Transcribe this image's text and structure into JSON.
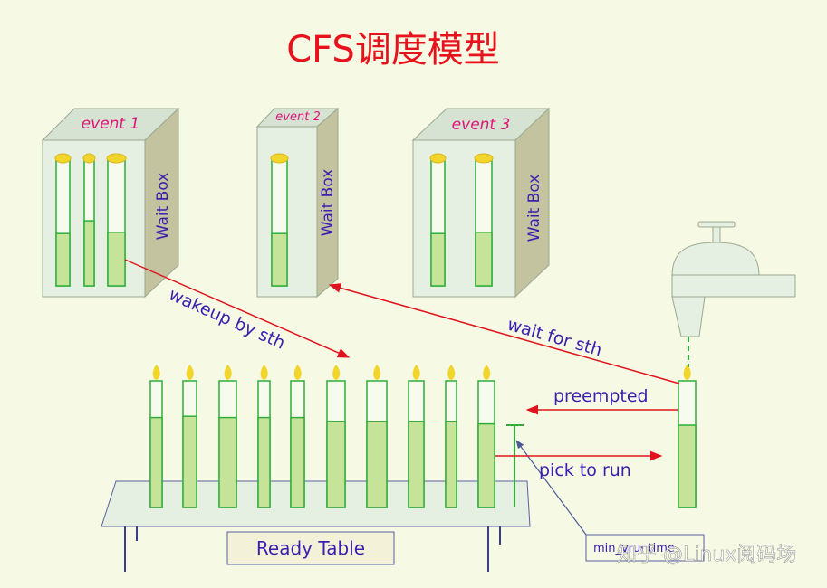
{
  "title": "CFS调度模型",
  "boxes": [
    {
      "event_label": "event 1",
      "side_label": "Wait Box"
    },
    {
      "event_label": "event 2",
      "side_label": "Wait Box"
    },
    {
      "event_label": "event 3",
      "side_label": "Wait Box"
    }
  ],
  "arrows": {
    "wakeup": "wakeup by sth",
    "wait": "wait for sth",
    "preempted": "preempted",
    "pick": "pick to run"
  },
  "table_label": "Ready Table",
  "min_vruntime_label": "min_vruntime",
  "watermark": "知乎 @Linux阅码场",
  "colors": {
    "title": "#e8121d",
    "label": "#3c1fb0",
    "arrow": "#e0141e",
    "candle_fill": "#c5e49a",
    "candle_stroke": "#2fae3a",
    "flame": "#f2d52a",
    "box_face": "#e6f0e2",
    "box_top": "#d6e2d2",
    "box_side": "#c3c3a0"
  },
  "wait_candle_levels": [
    [
      0.41,
      0.51,
      0.42
    ],
    [
      0.41
    ],
    [
      0.41,
      0.42
    ]
  ],
  "ready_candle_levels": [
    0.71,
    0.72,
    0.71,
    0.71,
    0.71,
    0.68,
    0.68,
    0.68,
    0.68,
    0.66
  ],
  "running_candle_level": 0.65
}
